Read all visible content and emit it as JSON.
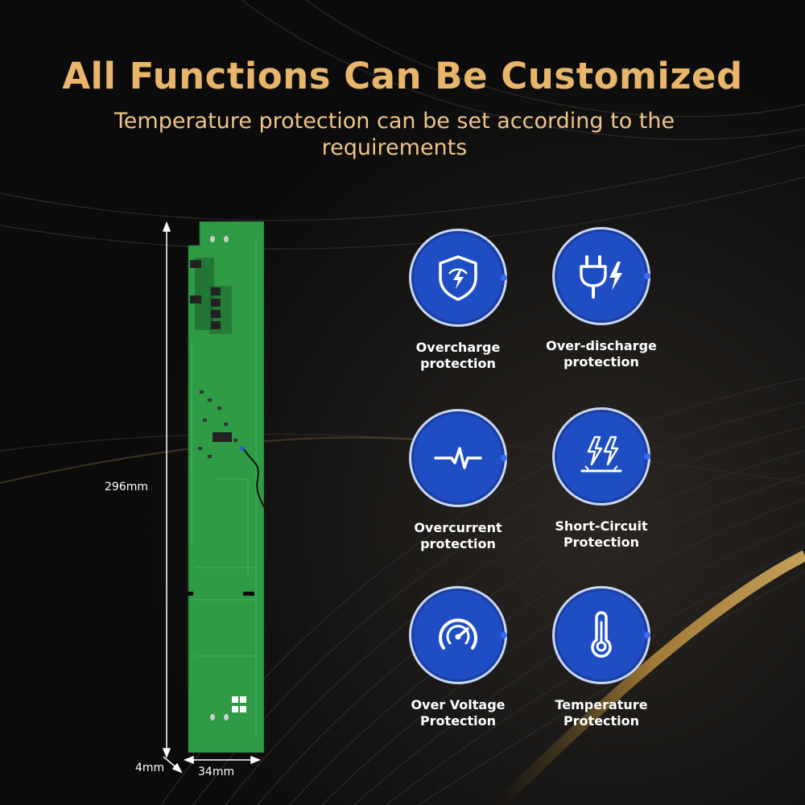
{
  "header": {
    "title": "All Functions Can Be Customized",
    "subtitle": "Temperature protection can be set according to the requirements"
  },
  "dimensions": {
    "height": "296mm",
    "thickness": "4mm",
    "width": "34mm"
  },
  "features": [
    {
      "label": "Overcharge\nprotection",
      "icon": "shield-bolt-icon"
    },
    {
      "label": "Over-discharge\nprotection",
      "icon": "plug-bolt-icon"
    },
    {
      "label": "Overcurrent\nprotection",
      "icon": "pulse-wave-icon"
    },
    {
      "label": "Short-Circuit\nProtection",
      "icon": "short-circuit-icon"
    },
    {
      "label": "Over Voltage\nProtection",
      "icon": "gauge-icon"
    },
    {
      "label": "Temperature\nProtection",
      "icon": "thermometer-icon"
    }
  ],
  "colors": {
    "title": "#e9b56b",
    "icon_circle": "#1f4ec4",
    "pcb_green": "#2f9b45",
    "background": "#0b0b0b"
  }
}
